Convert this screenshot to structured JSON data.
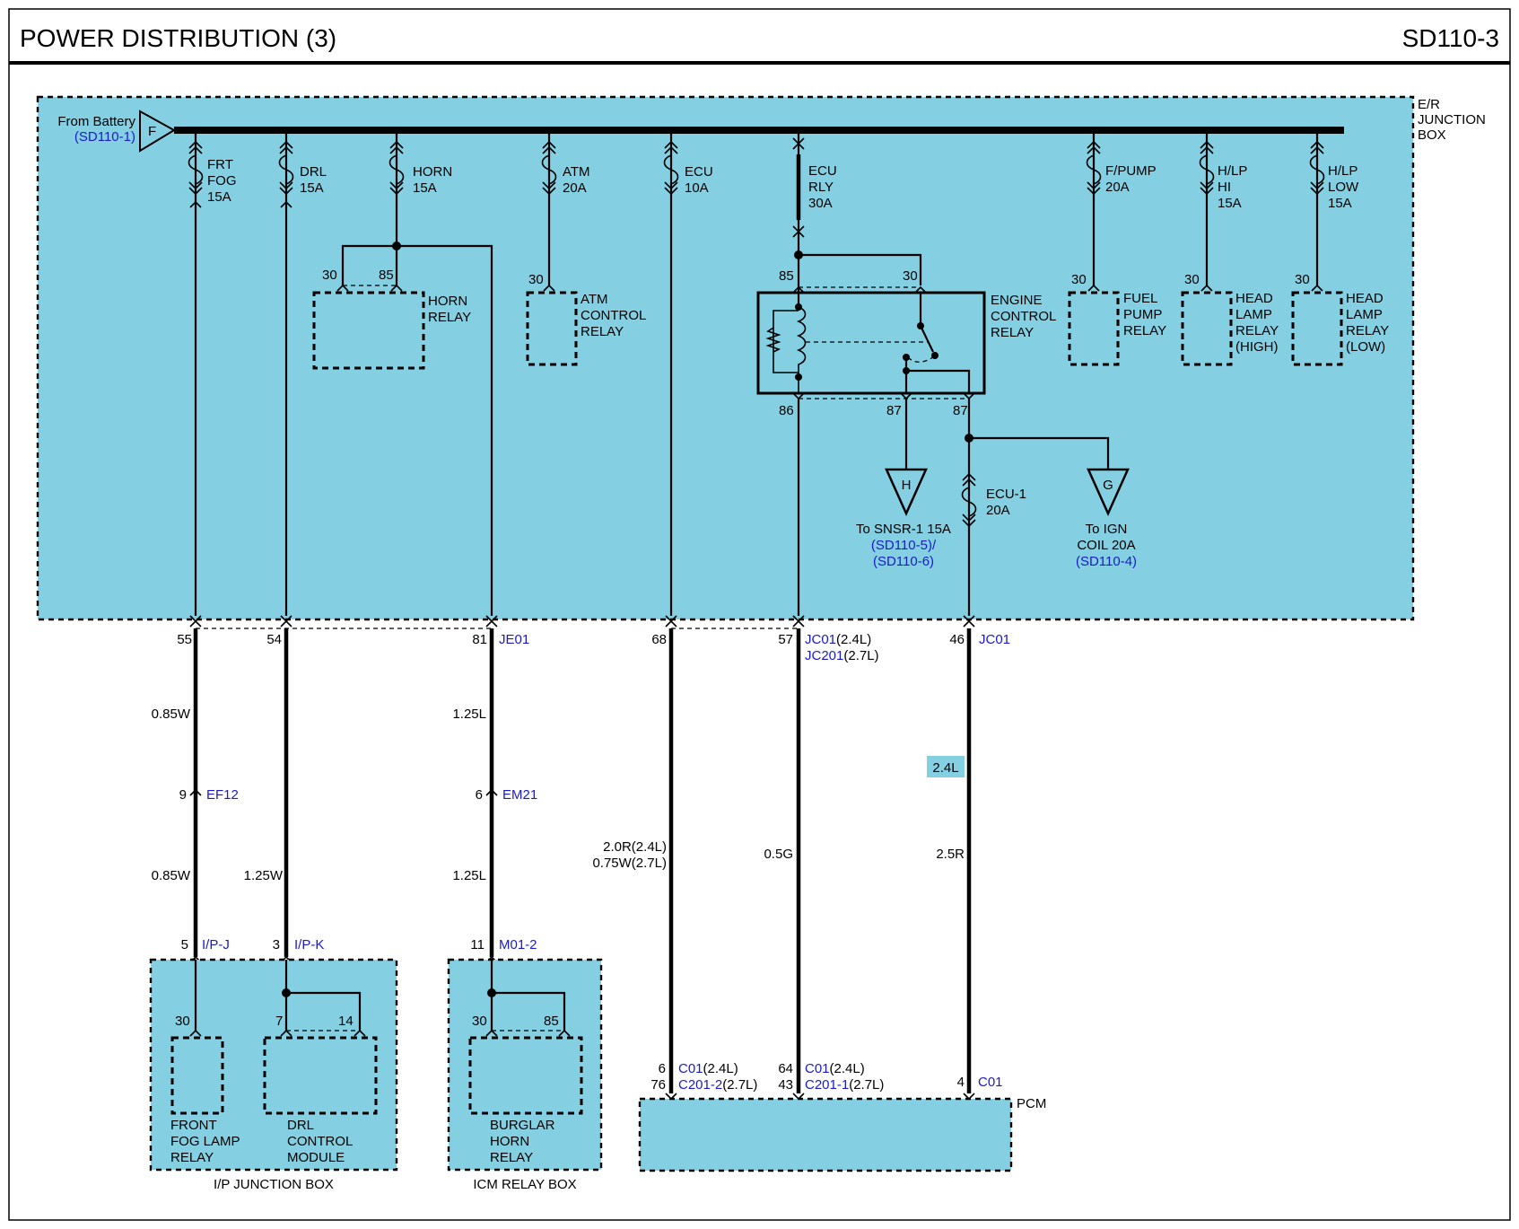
{
  "header": {
    "title": "POWER DISTRIBUTION (3)",
    "code": "SD110-3"
  },
  "colors": {
    "box_fill": "#84d0e2",
    "link_blue": "#1a1acc",
    "wire": "#000000"
  },
  "er_box": {
    "label_line1": "E/R",
    "label_line2": "JUNCTION",
    "label_line3": "BOX"
  },
  "battery": {
    "label": "From Battery",
    "ref": "(SD110-1)",
    "connector": "F"
  },
  "fuses": {
    "frt_fog": [
      "FRT",
      "FOG",
      "15A"
    ],
    "drl": [
      "DRL",
      "15A"
    ],
    "horn": [
      "HORN",
      "15A"
    ],
    "atm": [
      "ATM",
      "20A"
    ],
    "ecu": [
      "ECU",
      "10A"
    ],
    "ecu_rly": [
      "ECU",
      "RLY",
      "30A"
    ],
    "fpump": [
      "F/PUMP",
      "20A"
    ],
    "hlp_hi": [
      "H/LP",
      "HI",
      "15A"
    ],
    "hlp_low": [
      "H/LP",
      "LOW",
      "15A"
    ],
    "ecu1": [
      "ECU-1",
      "20A"
    ]
  },
  "relays": {
    "horn": {
      "lines": [
        "HORN",
        "RELAY"
      ],
      "pins": [
        "30",
        "85"
      ]
    },
    "atm": {
      "lines": [
        "ATM",
        "CONTROL",
        "RELAY"
      ],
      "pins": [
        "30"
      ]
    },
    "ecr": {
      "lines": [
        "ENGINE",
        "CONTROL",
        "RELAY"
      ],
      "pins": [
        "85",
        "30",
        "86",
        "87",
        "87"
      ]
    },
    "fuel": {
      "lines": [
        "FUEL",
        "PUMP",
        "RELAY"
      ],
      "pins": [
        "30"
      ]
    },
    "hl_high": {
      "lines": [
        "HEAD",
        "LAMP",
        "RELAY",
        "(HIGH)"
      ],
      "pins": [
        "30"
      ]
    },
    "hl_low": {
      "lines": [
        "HEAD",
        "LAMP",
        "RELAY",
        "(LOW)"
      ],
      "pins": [
        "30"
      ]
    }
  },
  "offpage": {
    "h": {
      "letter": "H",
      "line1": "To SNSR-1 15A",
      "ref1": "(SD110-5)/",
      "ref2": "(SD110-6)"
    },
    "g": {
      "letter": "G",
      "line1": "To IGN",
      "line2": "COIL 20A",
      "ref": "(SD110-4)"
    }
  },
  "pins_bottom": {
    "p55": "55",
    "p54": "54",
    "p81": "81",
    "je01": "JE01",
    "p68": "68",
    "p57": "57",
    "jc01a": "JC01",
    "jc01a_s": "(2.4L)",
    "jc201": "JC201",
    "jc201_s": "(2.7L)",
    "p46": "46",
    "jc01b": "JC01"
  },
  "wires": {
    "w1a": "0.85W",
    "w1b": "0.85W",
    "w2": "1.25W",
    "w3a": "1.25L",
    "w3b": "1.25L",
    "w4a": "2.0R(2.4L)",
    "w4b": "0.75W(2.7L)",
    "w5": "0.5G",
    "w6": "2.5R",
    "tag24": "2.4L"
  },
  "inline": {
    "ef12_pin": "9",
    "ef12": "EF12",
    "em21_pin": "6",
    "em21": "EM21"
  },
  "ip_box": {
    "label": "I/P JUNCTION BOX",
    "pin5": "5",
    "conn_j": "I/P-J",
    "pin3": "3",
    "conn_k": "I/P-K",
    "front": {
      "pin": "30",
      "lines": [
        "FRONT",
        "FOG LAMP",
        "RELAY"
      ]
    },
    "drl": {
      "pins": [
        "7",
        "14"
      ],
      "lines": [
        "DRL",
        "CONTROL",
        "MODULE"
      ]
    }
  },
  "icm_box": {
    "label": "ICM RELAY BOX",
    "pin11": "11",
    "conn": "M01-2",
    "pins": [
      "30",
      "85"
    ],
    "lines": [
      "BURGLAR",
      "HORN",
      "RELAY"
    ]
  },
  "pcm": {
    "label": "PCM",
    "c1_pin_a": "6",
    "c1_pin_b": "76",
    "c1_a": "C01",
    "c1_a_s": "(2.4L)",
    "c1_b": "C201-2",
    "c1_b_s": "(2.7L)",
    "c2_pin_a": "64",
    "c2_pin_b": "43",
    "c2_a": "C01",
    "c2_a_s": "(2.4L)",
    "c2_b": "C201-1",
    "c2_b_s": "(2.7L)",
    "c3_pin": "4",
    "c3": "C01"
  }
}
